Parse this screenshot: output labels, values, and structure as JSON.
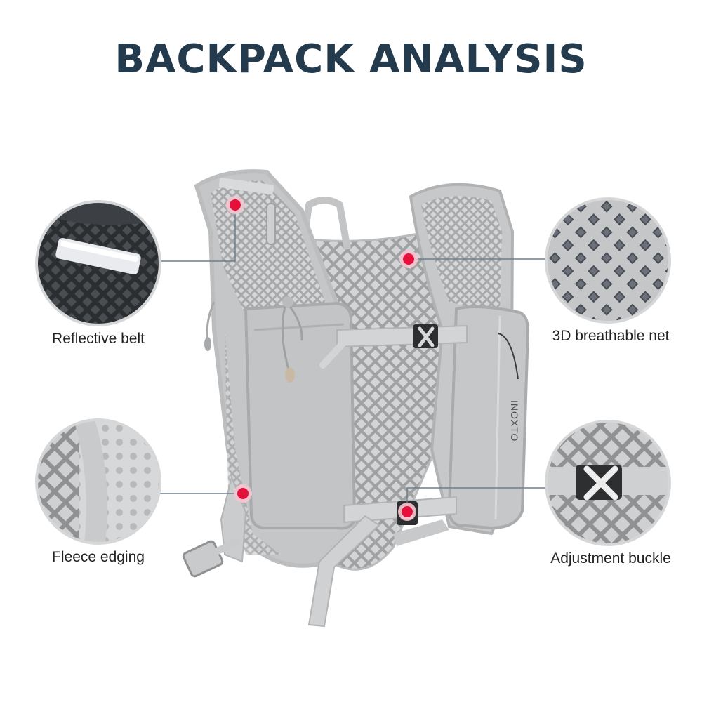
{
  "title": "BACKPACK ANALYSIS",
  "features": [
    {
      "label": "Reflective belt"
    },
    {
      "label": "3D breathable net"
    },
    {
      "label": "Fleece edging"
    },
    {
      "label": "Adjustment buckle"
    }
  ],
  "brand_text": "INOXTO",
  "colors": {
    "title": "#243a4d",
    "marker": "#e5113a",
    "leader_line": "#6d7f8e",
    "fabric": "#c9cacc",
    "mesh": "#b7b9bb"
  },
  "icons": [
    "hotspot-marker-icon"
  ]
}
